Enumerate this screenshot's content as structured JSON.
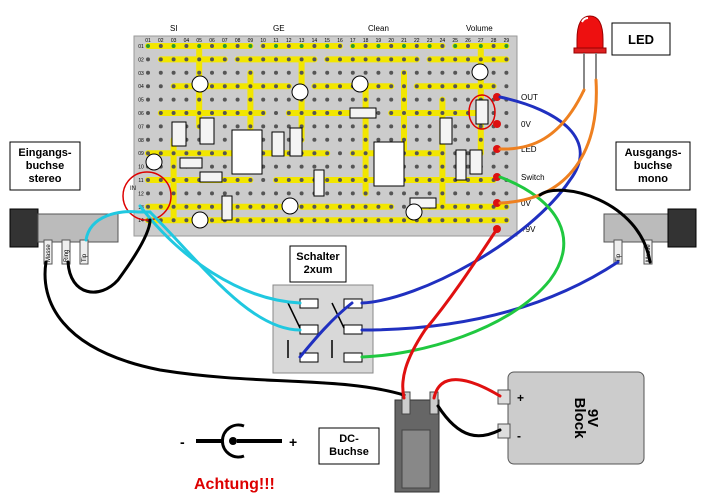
{
  "labels": {
    "led": "LED",
    "input_jack": "Eingangs-\nbuchse\nstereo",
    "output_jack": "Ausgangs-\nbuchse\nmono",
    "switch": "Schalter\n2xum",
    "dc_jack": "DC-\nBuchse",
    "battery": "9V\nBlock",
    "warning": "Achtung!!!",
    "minus": "-",
    "plus": "+",
    "batt_plus": "+",
    "batt_minus": "-",
    "in_marker": "IN"
  },
  "board_top_labels": [
    "SI",
    "GE",
    "Clean",
    "Volume"
  ],
  "column_numbers": [
    "01",
    "02",
    "03",
    "04",
    "05",
    "06",
    "07",
    "08",
    "09",
    "10",
    "11",
    "12",
    "13",
    "14",
    "15",
    "16",
    "17",
    "18",
    "19",
    "20",
    "21",
    "22",
    "23",
    "24",
    "25",
    "26",
    "27",
    "28",
    "29"
  ],
  "row_numbers": [
    "01",
    "02",
    "03",
    "04",
    "05",
    "06",
    "07",
    "08",
    "09",
    "10",
    "11",
    "12",
    "13",
    "14"
  ],
  "terminal_labels": [
    "OUT",
    "0V",
    "LED",
    "Switch",
    "0V",
    "+9V"
  ],
  "input_jack_pins": [
    "Masse",
    "Ring",
    "Tip"
  ],
  "output_jack_pins": [
    "Tip",
    "Masse"
  ],
  "colors": {
    "board": "#cccccc",
    "trace": "#f2e600",
    "red_wire": "#e01010",
    "blue_wire": "#2030c0",
    "cyan_wire": "#20c8e0",
    "green_wire": "#20c840",
    "orange_wire": "#ee8020",
    "black_wire": "#000000",
    "led_red": "#ee1010",
    "warning_red": "#dd0000"
  }
}
